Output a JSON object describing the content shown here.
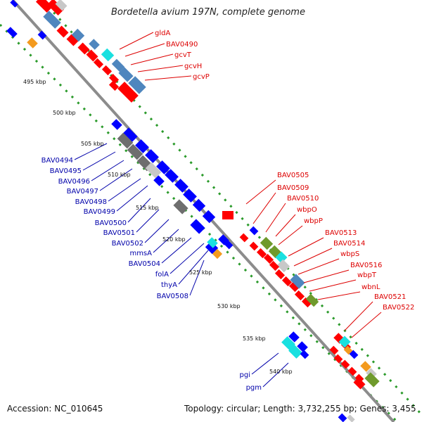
{
  "map": {
    "title": "Bordetella avium 197N, complete genome",
    "accession": "Accession: NC_010645",
    "summary": "Topology: circular; Length: 3,732,255 bp; Genes: 3,455",
    "colors": {
      "backbone": "#8c8c8c",
      "ring": "#2a9a2a",
      "forward": "#ff0000",
      "reverse": "#0000ff",
      "forward_label": "#dd0000",
      "reverse_label": "#0000aa",
      "steel": "#4f86be",
      "cyan": "#19e0e0",
      "olive": "#6f9a2c",
      "gray_dark": "#6e6e6e",
      "gray_light": "#c8c8c8",
      "orange": "#f39a1e"
    },
    "scale": [
      {
        "label": "495 kbp"
      },
      {
        "label": "500 kbp"
      },
      {
        "label": "505 kbp"
      },
      {
        "label": "510 kbp"
      },
      {
        "label": "515 kbp"
      },
      {
        "label": "520 kbp"
      },
      {
        "label": "525 kbp"
      },
      {
        "label": "530 kbp"
      },
      {
        "label": "535 kbp"
      },
      {
        "label": "540 kbp"
      }
    ],
    "forward_genes": [
      {
        "name": "gldA"
      },
      {
        "name": "BAV0490"
      },
      {
        "name": "gcvT"
      },
      {
        "name": "gcvH"
      },
      {
        "name": "gcvP"
      },
      {
        "name": "BAV0505"
      },
      {
        "name": "BAV0509"
      },
      {
        "name": "BAV0510"
      },
      {
        "name": "wbpO"
      },
      {
        "name": "wbpP"
      },
      {
        "name": "BAV0513"
      },
      {
        "name": "BAV0514"
      },
      {
        "name": "wbpS"
      },
      {
        "name": "BAV0516"
      },
      {
        "name": "wbpT"
      },
      {
        "name": "wbnL"
      },
      {
        "name": "BAV0521"
      },
      {
        "name": "BAV0522"
      }
    ],
    "reverse_genes": [
      {
        "name": "BAV0494"
      },
      {
        "name": "BAV0495"
      },
      {
        "name": "BAV0496"
      },
      {
        "name": "BAV0497"
      },
      {
        "name": "BAV0498"
      },
      {
        "name": "BAV0499"
      },
      {
        "name": "BAV0500"
      },
      {
        "name": "BAV0501"
      },
      {
        "name": "BAV0502"
      },
      {
        "name": "mmsA"
      },
      {
        "name": "BAV0504"
      },
      {
        "name": "folA"
      },
      {
        "name": "thyA"
      },
      {
        "name": "BAV0508"
      },
      {
        "name": "pgi"
      },
      {
        "name": "pgm"
      }
    ]
  }
}
